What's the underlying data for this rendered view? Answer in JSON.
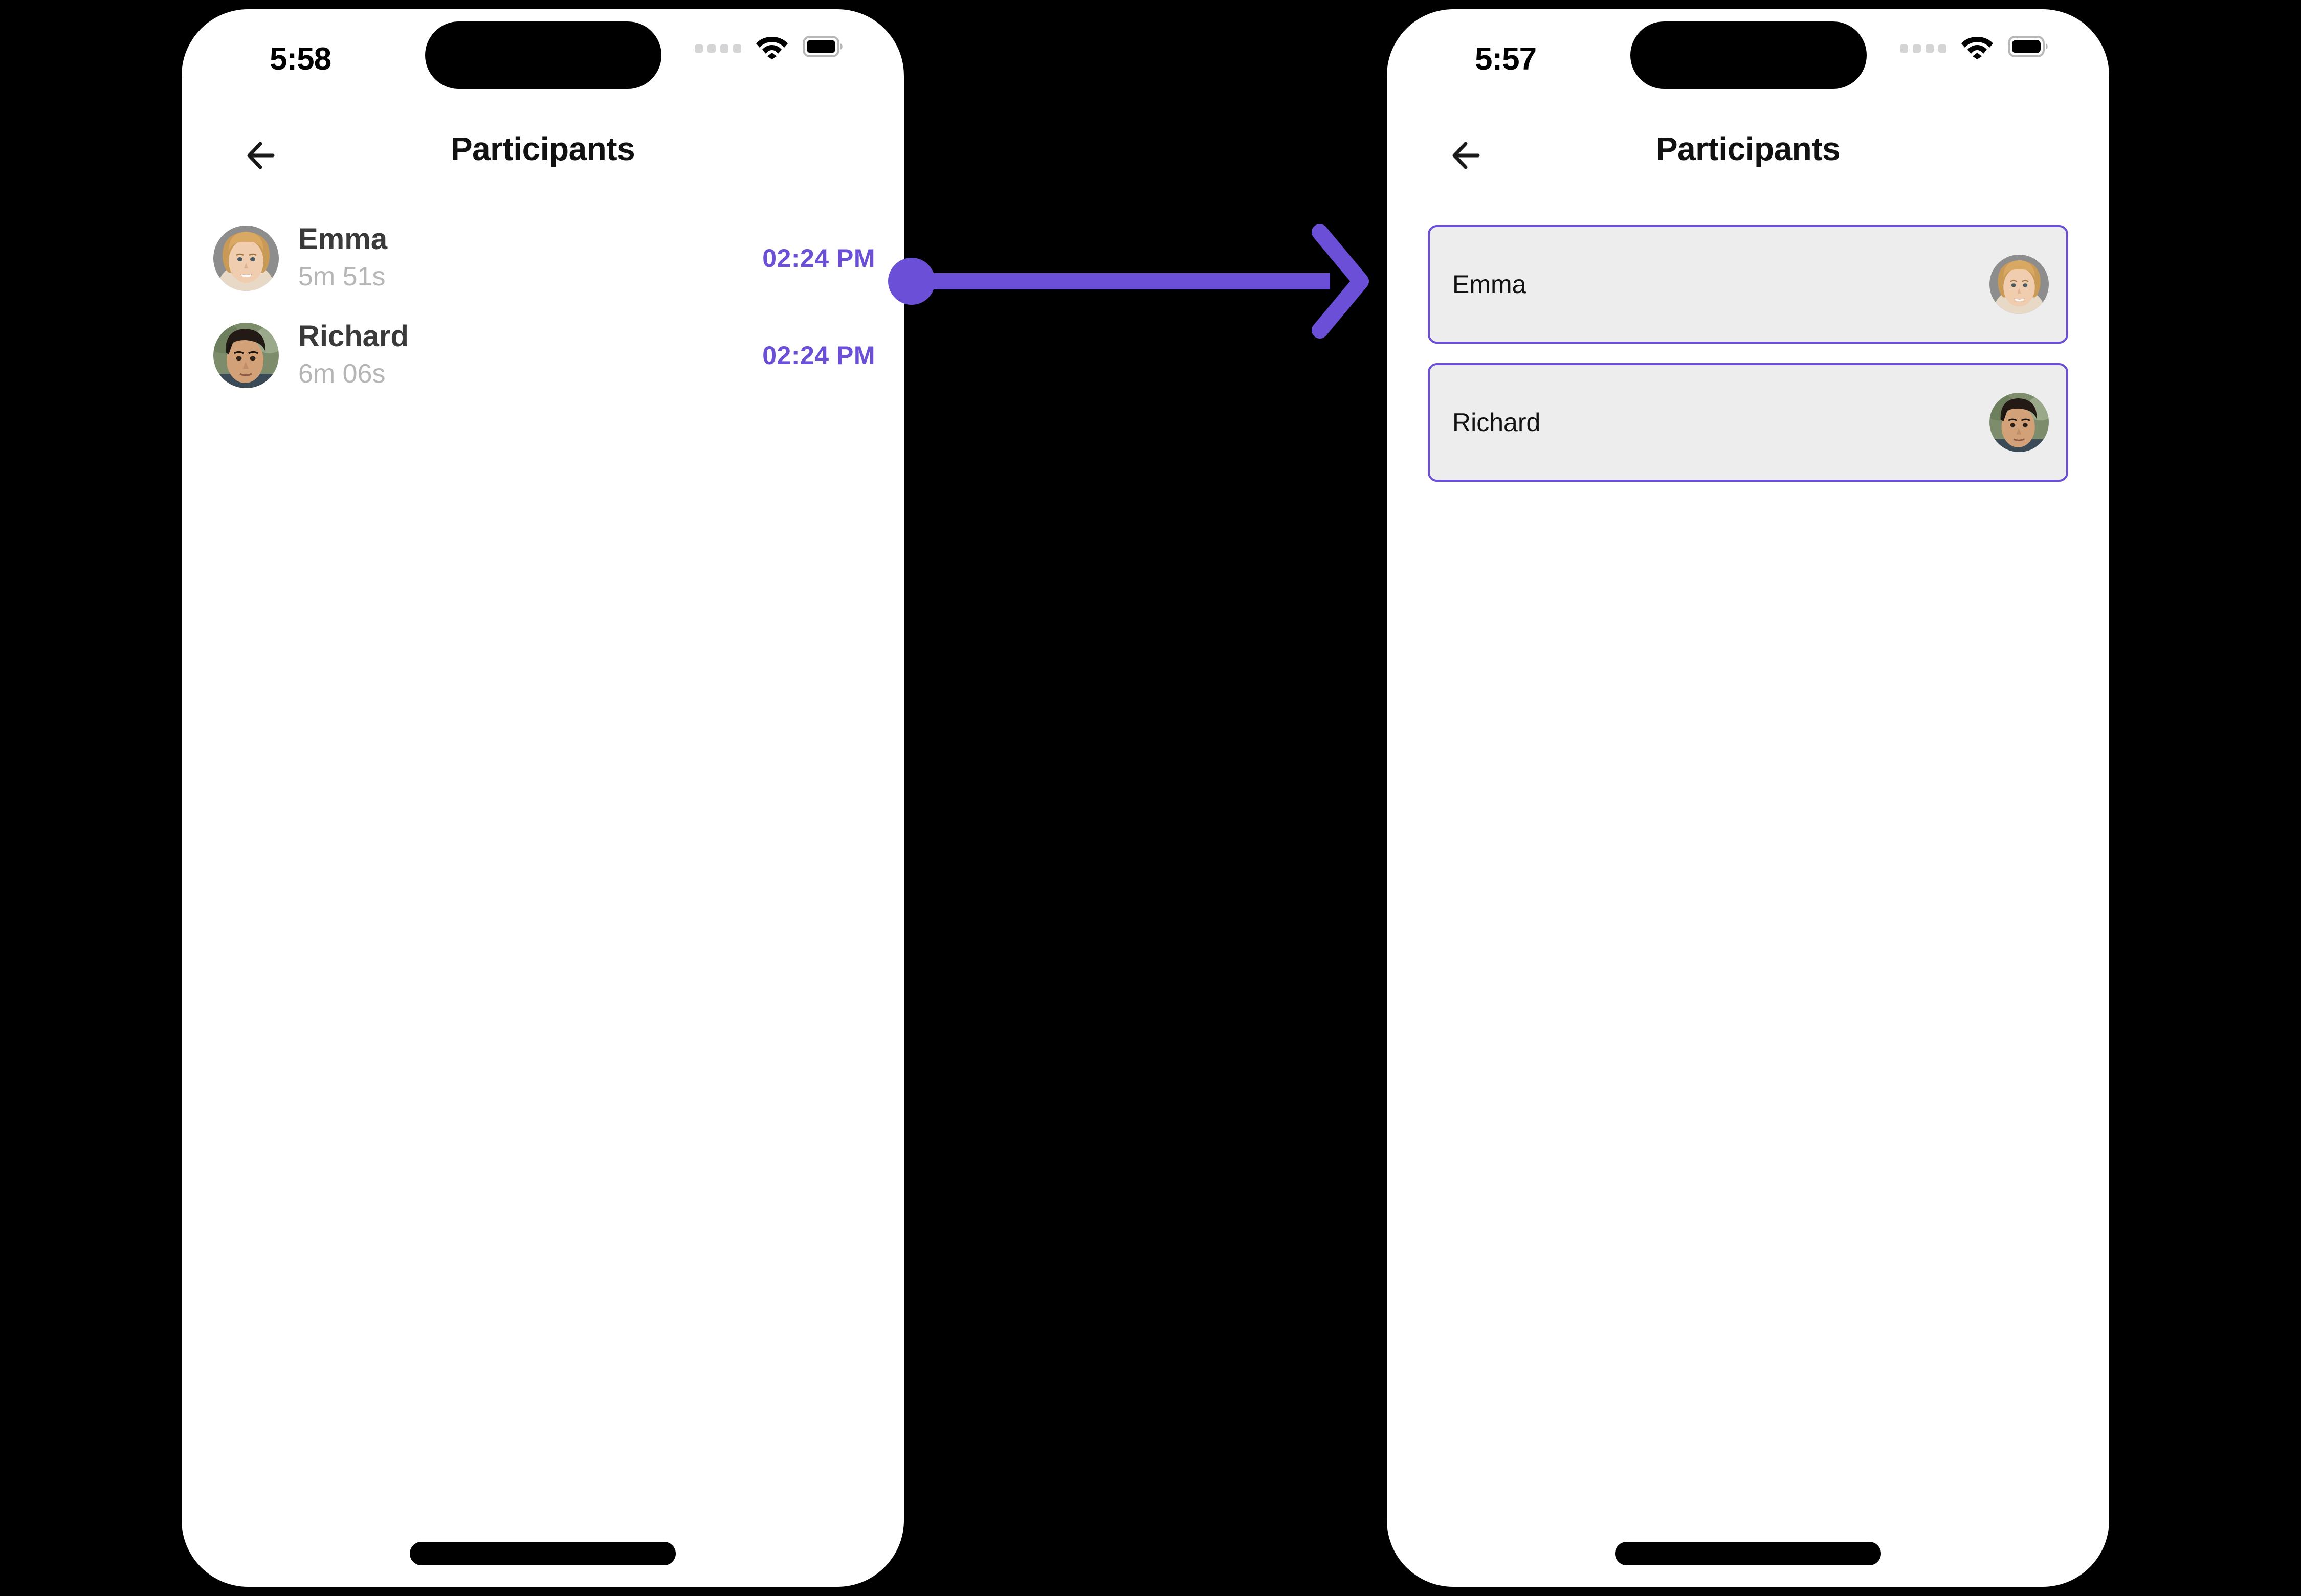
{
  "theme": {
    "accent": "#6B4FD6",
    "card_bg": "#ededed",
    "screen_bg": "#ffffff",
    "canvas_bg": "#000000",
    "name_color": "#3a3a3a",
    "sub_color": "#b6b6b6"
  },
  "screens": [
    {
      "id": "participants-list",
      "status_bar": {
        "time": "5:58",
        "signal_icon": "signal-dots-icon",
        "wifi_icon": "wifi-icon",
        "battery_icon": "battery-full-icon"
      },
      "nav": {
        "back_icon": "arrow-left-icon",
        "title": "Participants"
      },
      "participants": [
        {
          "name": "Emma",
          "duration": "5m 51s",
          "time": "02:24 PM",
          "avatar": "emma-avatar"
        },
        {
          "name": "Richard",
          "duration": "6m 06s",
          "time": "02:24 PM",
          "avatar": "richard-avatar"
        }
      ]
    },
    {
      "id": "participants-cards",
      "status_bar": {
        "time": "5:57",
        "signal_icon": "signal-dots-icon",
        "wifi_icon": "wifi-icon",
        "battery_icon": "battery-full-icon"
      },
      "nav": {
        "back_icon": "arrow-left-icon",
        "title": "Participants"
      },
      "cards": [
        {
          "name": "Emma",
          "avatar": "emma-avatar"
        },
        {
          "name": "Richard",
          "avatar": "richard-avatar"
        }
      ]
    }
  ],
  "connector": {
    "type": "flow-arrow",
    "color": "#6B4FD6",
    "from": "participants-list.row.Emma",
    "to": "participants-cards.card.Emma",
    "start_marker": "dot",
    "end_marker": "arrowhead"
  }
}
